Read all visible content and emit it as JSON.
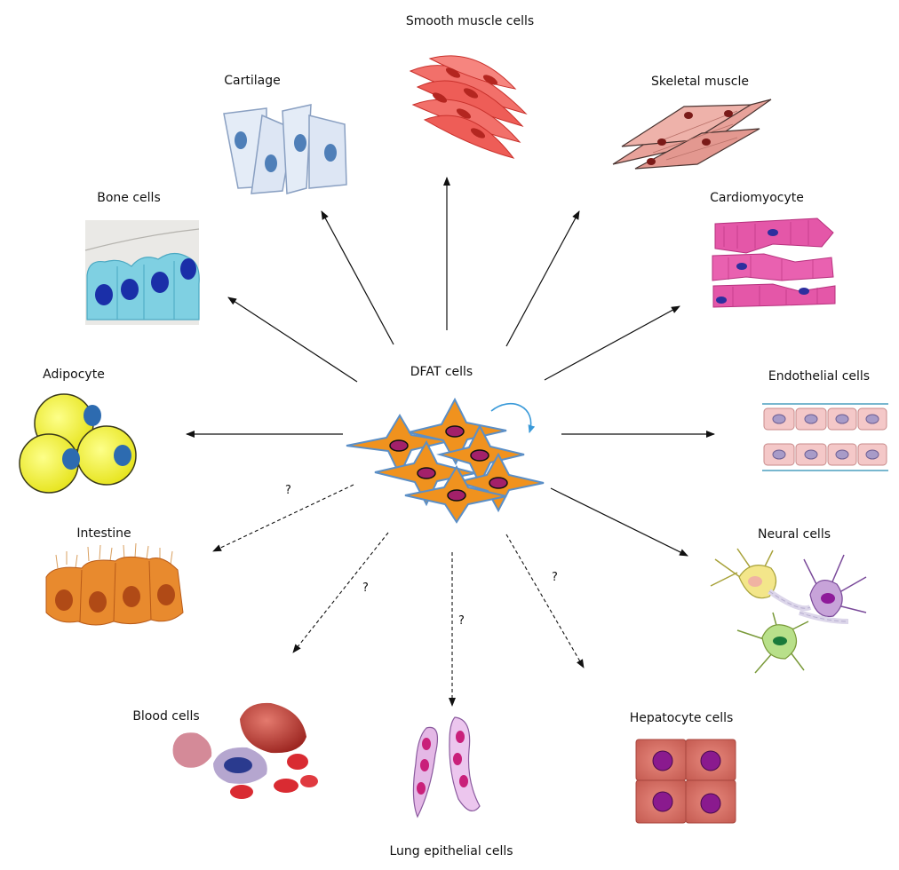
{
  "center": {
    "label": "DFAT cells"
  },
  "unknown_mark": "?",
  "nodes": {
    "smooth": {
      "label": "Smooth muscle cells"
    },
    "cartilage": {
      "label": "Cartilage"
    },
    "skeletal": {
      "label": "Skeletal muscle"
    },
    "bone": {
      "label": "Bone cells"
    },
    "cardio": {
      "label": "Cardiomyocyte"
    },
    "adipocyte": {
      "label": "Adipocyte"
    },
    "endothelial": {
      "label": "Endothelial cells"
    },
    "intestine": {
      "label": "Intestine"
    },
    "neural": {
      "label": "Neural cells"
    },
    "blood": {
      "label": "Blood cells"
    },
    "lung": {
      "label": "Lung epithelial cells"
    },
    "hepatocyte": {
      "label": "Hepatocyte cells"
    }
  },
  "arrows": [
    {
      "to": "smooth",
      "style": "solid"
    },
    {
      "to": "cartilage",
      "style": "solid"
    },
    {
      "to": "skeletal",
      "style": "solid"
    },
    {
      "to": "bone",
      "style": "solid"
    },
    {
      "to": "cardio",
      "style": "solid"
    },
    {
      "to": "adipocyte",
      "style": "solid"
    },
    {
      "to": "endothelial",
      "style": "solid"
    },
    {
      "to": "neural",
      "style": "solid"
    },
    {
      "to": "intestine",
      "style": "dashed"
    },
    {
      "to": "blood",
      "style": "dashed"
    },
    {
      "to": "lung",
      "style": "dashed"
    },
    {
      "to": "hepatocyte",
      "style": "dashed"
    }
  ]
}
